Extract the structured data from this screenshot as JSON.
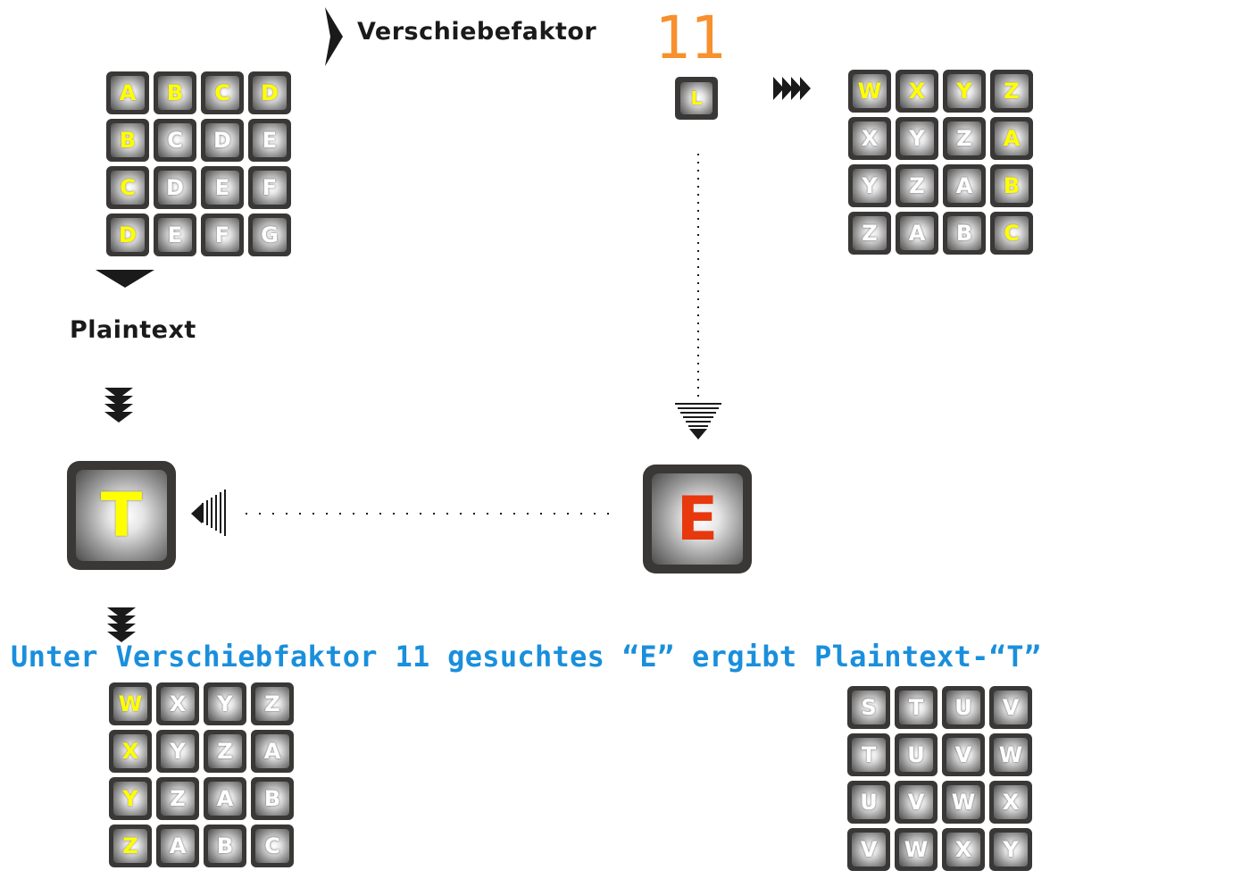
{
  "shift_label": "Verschiebefaktor",
  "shift_value": "11",
  "shift_key": "L",
  "plaintext_label": "Plaintext",
  "plain_letter": "T",
  "cipher_letter": "E",
  "caption": "Unter Verschiebfaktor 11 gesuchtes “E” ergibt Plaintext-“T”",
  "colors": {
    "caption": "#1a8fdc",
    "shift_number": "#f7902e",
    "highlight_letter": "#ffff00",
    "cipher_letter": "#e8380d",
    "key_frame": "#3a3836"
  },
  "grids": {
    "top_left": [
      [
        "A",
        "B",
        "C",
        "D"
      ],
      [
        "B",
        "C",
        "D",
        "E"
      ],
      [
        "C",
        "D",
        "E",
        "F"
      ],
      [
        "D",
        "E",
        "F",
        "G"
      ]
    ],
    "top_right": [
      [
        "W",
        "X",
        "Y",
        "Z"
      ],
      [
        "X",
        "Y",
        "Z",
        "A"
      ],
      [
        "Y",
        "Z",
        "A",
        "B"
      ],
      [
        "Z",
        "A",
        "B",
        "C"
      ]
    ],
    "bottom_left": [
      [
        "W",
        "X",
        "Y",
        "Z"
      ],
      [
        "X",
        "Y",
        "Z",
        "A"
      ],
      [
        "Y",
        "Z",
        "A",
        "B"
      ],
      [
        "Z",
        "A",
        "B",
        "C"
      ]
    ],
    "bottom_right": [
      [
        "S",
        "T",
        "U",
        "V"
      ],
      [
        "T",
        "U",
        "V",
        "W"
      ],
      [
        "U",
        "V",
        "W",
        "X"
      ],
      [
        "V",
        "W",
        "X",
        "Y"
      ]
    ]
  },
  "highlights": {
    "top_left": "first-row-and-column",
    "top_right": "first-row-and-last-column",
    "bottom_left": "first-column",
    "bottom_right": "none"
  },
  "icons": [
    "play-arrow-icon",
    "triple-chevron-right-icon",
    "down-arrow-icon",
    "triple-chevron-down-icon",
    "striped-arrow-down-icon",
    "striped-arrow-left-icon"
  ]
}
